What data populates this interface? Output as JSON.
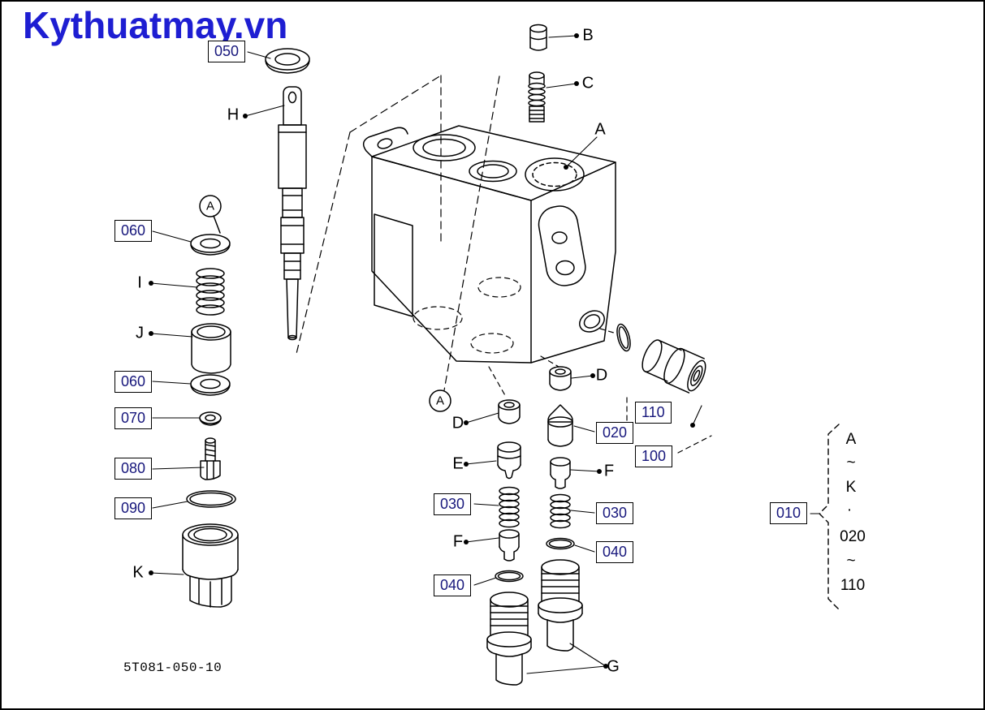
{
  "page": {
    "logo": "Kythuatmay.vn",
    "drawing_number": "5T081-050-10"
  },
  "colors": {
    "logo_blue": "#1e1ed2",
    "ref_number_blue": "#17177c",
    "line": "#000000",
    "background": "#ffffff"
  },
  "part_labels": {
    "a": "A",
    "b": "B",
    "c": "C",
    "d_left": "D",
    "d_right": "D",
    "e": "E",
    "f_left": "F",
    "f_right": "F",
    "g": "G",
    "h": "H",
    "i": "I",
    "j": "J",
    "k": "K"
  },
  "section_markers": {
    "top": "A",
    "bottom": "A"
  },
  "ref_boxes": {
    "r050": "050",
    "r060a": "060",
    "r060b": "060",
    "r070": "070",
    "r080": "080",
    "r090": "090",
    "r030a": "030",
    "r030b": "030",
    "r040a": "040",
    "r040b": "040",
    "r020": "020",
    "r100": "100",
    "r110": "110",
    "r010": "010"
  },
  "legend": {
    "items": [
      "A",
      "~",
      "K",
      "·",
      "020",
      "~",
      "110"
    ]
  }
}
